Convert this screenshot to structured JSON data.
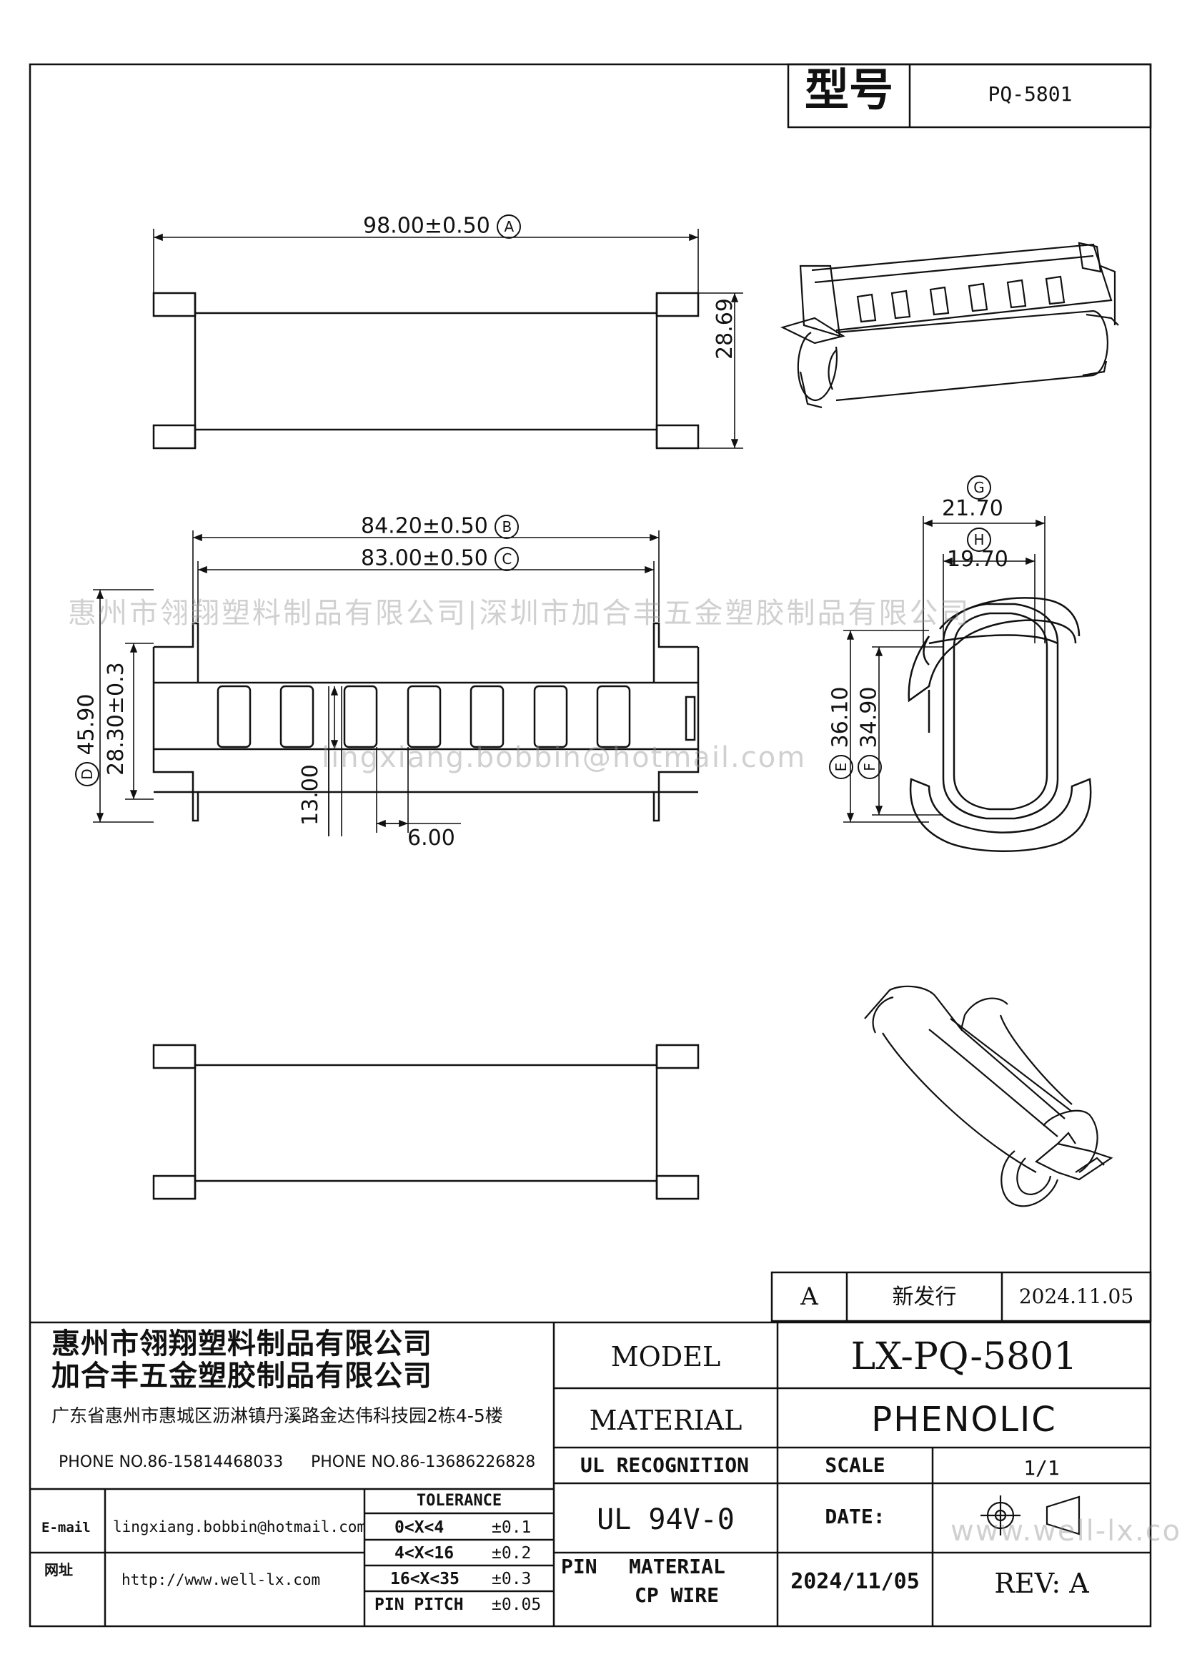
{
  "header": {
    "model_label": "型号",
    "model_value": "PQ-5801"
  },
  "dimensions": {
    "overall_length": "98.00±0.50",
    "overall_length_tag": "A",
    "height_top": "28.69",
    "flange_width_b": "84.20±0.50",
    "tag_b": "B",
    "flange_width_c": "83.00±0.50",
    "tag_c": "C",
    "total_height_d": "45.90",
    "tag_d": "D",
    "inner_height": "28.30±0.3",
    "slot_height": "13.00",
    "slot_width": "6.00",
    "outer_g": "21.70",
    "tag_g": "G",
    "inner_h": "19.70",
    "tag_h": "H",
    "height_e": "36.10",
    "tag_e": "E",
    "height_f": "34.90",
    "tag_f": "F"
  },
  "watermarks": {
    "company_line": "惠州市翎翔塑料制品有限公司|深圳市加合丰五金塑胶制品有限公司",
    "email_line": "lingxiang.bobbin@hotmail.com",
    "site_line": "www.well-lx.com"
  },
  "revision": {
    "rev": "A",
    "note": "新发行",
    "date": "2024.11.05"
  },
  "title_block": {
    "company1": "惠州市翎翔塑料制品有限公司",
    "company2": "加合丰五金塑胶制品有限公司",
    "address": "广东省惠州市惠城区沥淋镇丹溪路金达伟科技园2栋4-5楼",
    "phone1": "PHONE NO.86-15814468033",
    "phone2": "PHONE NO.86-13686226828",
    "email_label": "E-mail",
    "email": "lingxiang.bobbin@hotmail.com",
    "site_label": "网址",
    "site": "http://www.well-lx.com",
    "tolerance_title": "TOLERANCE",
    "tolerances": [
      {
        "range": "0<X<4",
        "value": "±0.1"
      },
      {
        "range": "4<X<16",
        "value": "±0.2"
      },
      {
        "range": "16<X<35",
        "value": "±0.3"
      },
      {
        "range": "PIN PITCH",
        "value": "±0.05"
      }
    ],
    "model_label": "MODEL",
    "model_value": "LX-PQ-5801",
    "material_label": "MATERIAL",
    "material_value": "PHENOLIC",
    "ul_label": "UL RECOGNITION",
    "ul_value": "UL 94V-0",
    "scale_label": "SCALE",
    "scale_value": "1/1",
    "pin_label": "PIN",
    "pin_material_label": "MATERIAL",
    "pin_material_value": "CP WIRE",
    "date_label": "DATE:",
    "date_value": "2024/11/05",
    "rev_label": "REV: A"
  }
}
